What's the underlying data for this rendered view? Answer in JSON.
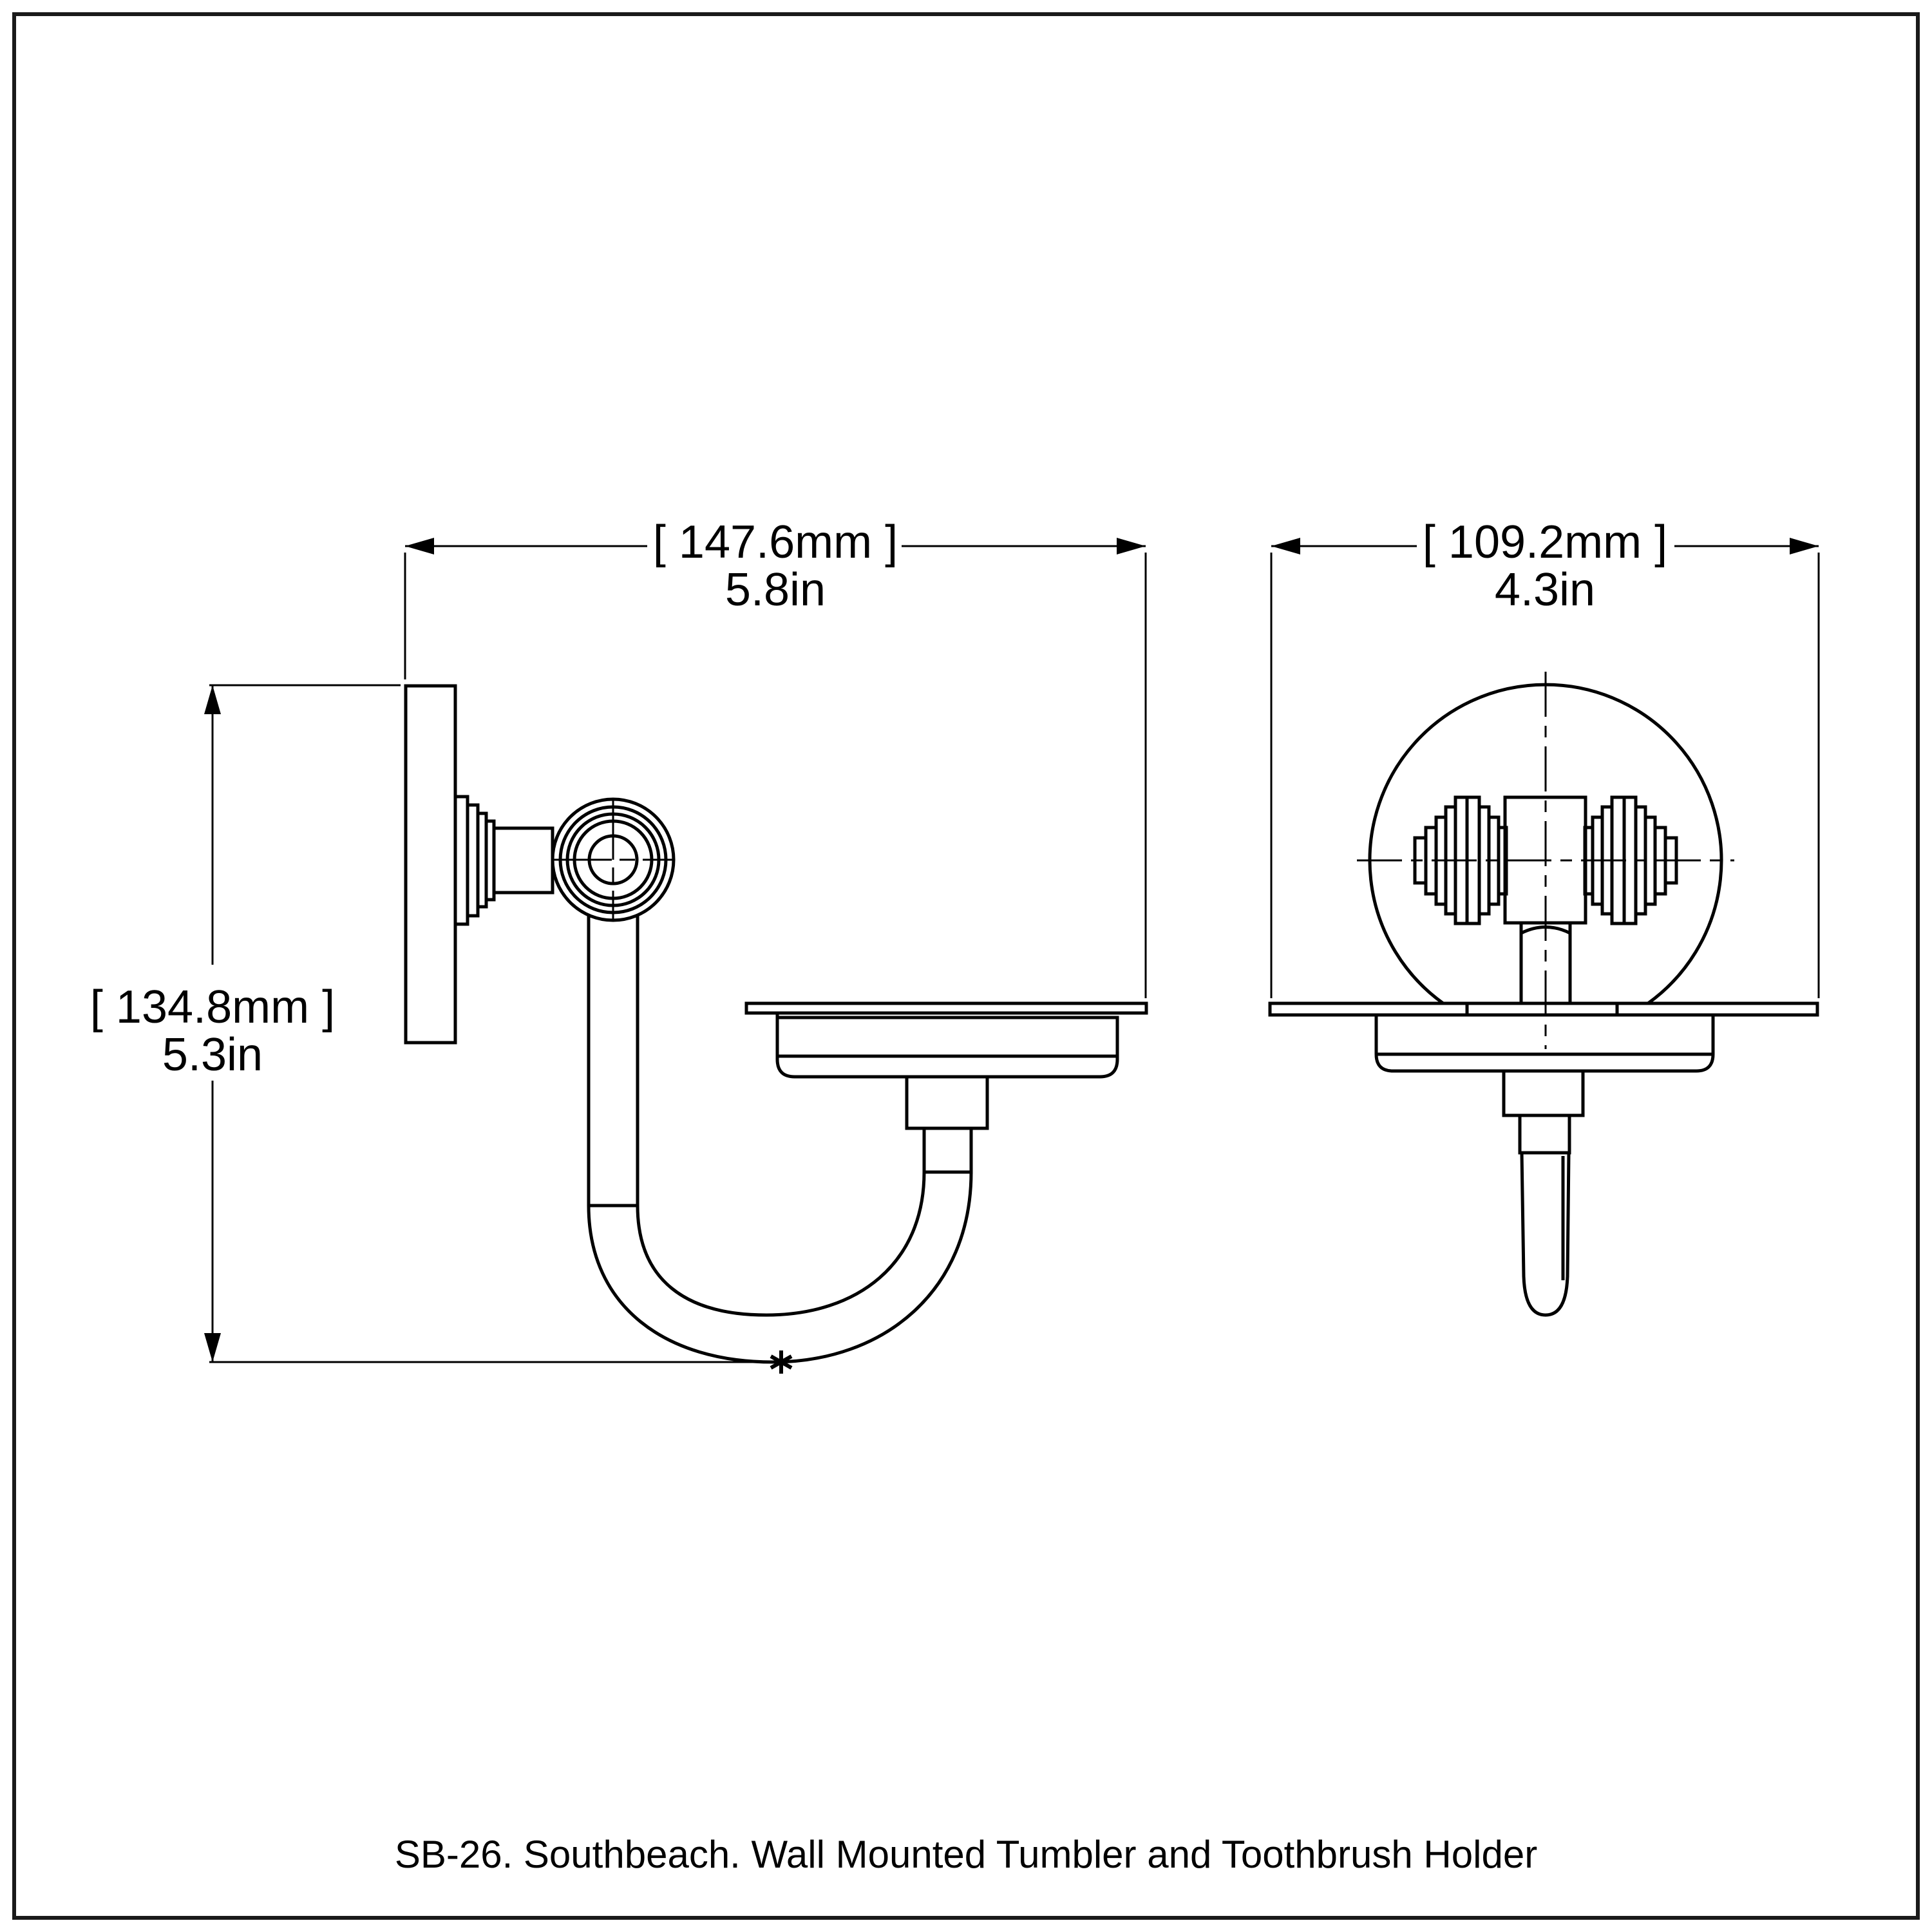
{
  "drawing": {
    "caption": "SB-26. Southbeach. Wall Mounted Tumbler and Toothbrush Holder",
    "background_color": "#ffffff",
    "line_color": "#000000",
    "views": {
      "left": "side-profile-view",
      "right": "front-view"
    }
  },
  "dimensions": {
    "side_width": {
      "bracketed_mm": "[ 147.6mm ]",
      "inches": "5.8in",
      "mm_value": 147.6,
      "in_value": 5.8
    },
    "front_width": {
      "bracketed_mm": "[ 109.2mm ]",
      "inches": "4.3in",
      "mm_value": 109.2,
      "in_value": 4.3
    },
    "height": {
      "bracketed_mm": "[ 134.8mm ]",
      "inches": "5.3in",
      "mm_value": 134.8,
      "in_value": 5.3
    }
  }
}
